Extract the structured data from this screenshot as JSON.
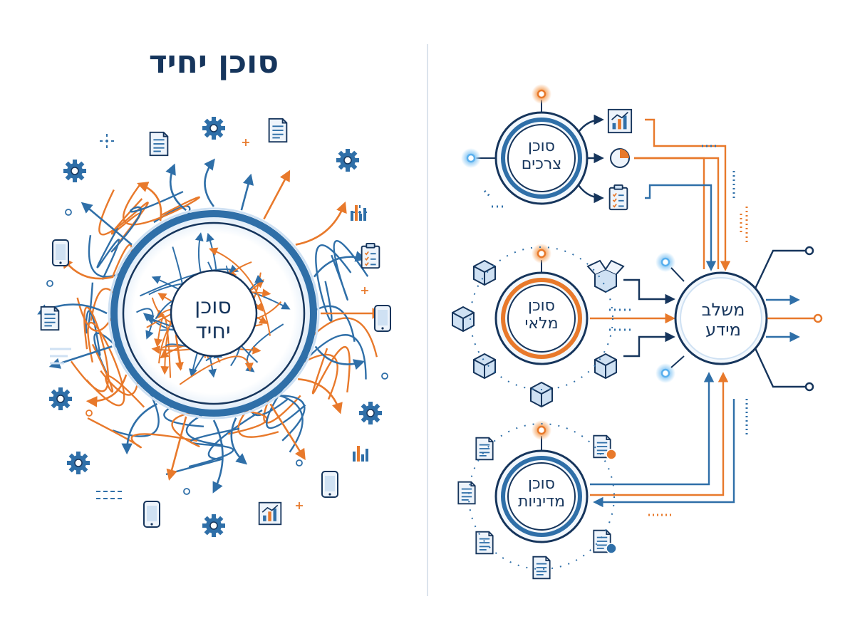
{
  "left": {
    "title": "סוכן יחיד",
    "core_line1": "סוכן",
    "core_line2": "יחיד"
  },
  "right": {
    "agents": [
      {
        "line1": "סוכן",
        "line2": "צרכים"
      },
      {
        "line1": "סוכן",
        "line2": "מלאי"
      },
      {
        "line1": "סוכן",
        "line2": "מדיניות"
      }
    ],
    "integrator": {
      "line1": "משלב",
      "line2": "מידע"
    }
  },
  "colors": {
    "navy": "#16355c",
    "blue": "#2f6fa8",
    "orange": "#e8792b",
    "light_blue": "#cfe1f3",
    "glow": "#5ab0ee"
  }
}
